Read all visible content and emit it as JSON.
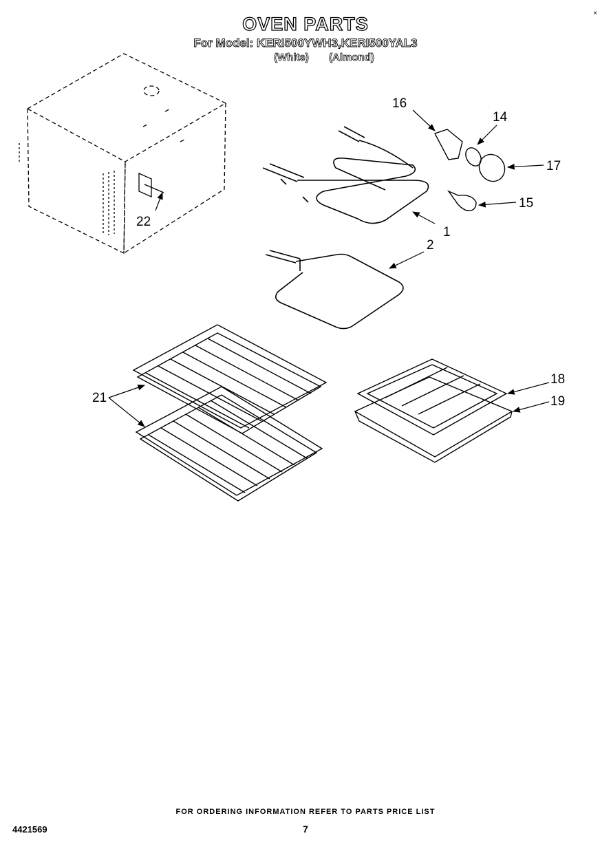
{
  "header": {
    "title": "OVEN PARTS",
    "model_line": "For Model: KERI500YWH3,KERI500YAL3",
    "color_white": "(White)",
    "color_almond": "(Almond)"
  },
  "corner_mark": "×",
  "callouts": {
    "c1": "1",
    "c2": "2",
    "c14": "14",
    "c15": "15",
    "c16": "16",
    "c17": "17",
    "c18": "18",
    "c19": "19",
    "c21": "21",
    "c22": "22"
  },
  "footer": {
    "ordering_note": "FOR ORDERING INFORMATION REFER TO PARTS PRICE LIST",
    "doc_number": "4421569",
    "page_number": "7"
  }
}
